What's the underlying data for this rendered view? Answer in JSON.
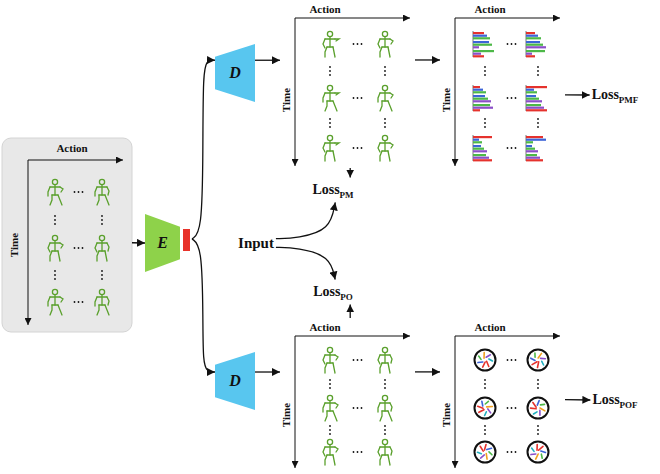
{
  "diagram": {
    "nodes": [
      {
        "text": [
          "Action",
          "Time"
        ]
      },
      {
        "text": [
          "E"
        ]
      },
      {
        "text": [
          "D"
        ]
      },
      {
        "text": [
          "Action",
          "Time"
        ]
      },
      {
        "text": [
          "Action",
          "Time"
        ]
      },
      {
        "text": [
          "Loss",
          "PMF"
        ]
      },
      {
        "text": [
          "Loss",
          "PM"
        ]
      },
      {
        "text": [
          "Input"
        ]
      },
      {
        "text": [
          "Loss",
          "PO"
        ]
      },
      {
        "text": [
          "D"
        ]
      },
      {
        "text": [
          "Action",
          "Time"
        ]
      },
      {
        "text": [
          "Action",
          "Time"
        ]
      },
      {
        "text": [
          "Loss",
          "POF"
        ]
      }
    ],
    "edges": [
      {
        "from": 0,
        "to": 1,
        "arrow": "to"
      },
      {
        "from": 1,
        "to": 2,
        "arrow": "to"
      },
      {
        "from": 1,
        "to": 9,
        "arrow": "to"
      },
      {
        "from": 2,
        "to": 3,
        "arrow": "to"
      },
      {
        "from": 3,
        "to": 4,
        "arrow": "to"
      },
      {
        "from": 4,
        "to": 5,
        "arrow": "to"
      },
      {
        "from": 3,
        "to": 6,
        "arrow": "to"
      },
      {
        "from": 7,
        "to": 6,
        "arrow": "to"
      },
      {
        "from": 7,
        "to": 8,
        "arrow": "to"
      },
      {
        "from": 10,
        "to": 8,
        "arrow": "to"
      },
      {
        "from": 9,
        "to": 10,
        "arrow": "to"
      },
      {
        "from": 10,
        "to": 11,
        "arrow": "to"
      },
      {
        "from": 11,
        "to": 12,
        "arrow": "to"
      }
    ]
  }
}
